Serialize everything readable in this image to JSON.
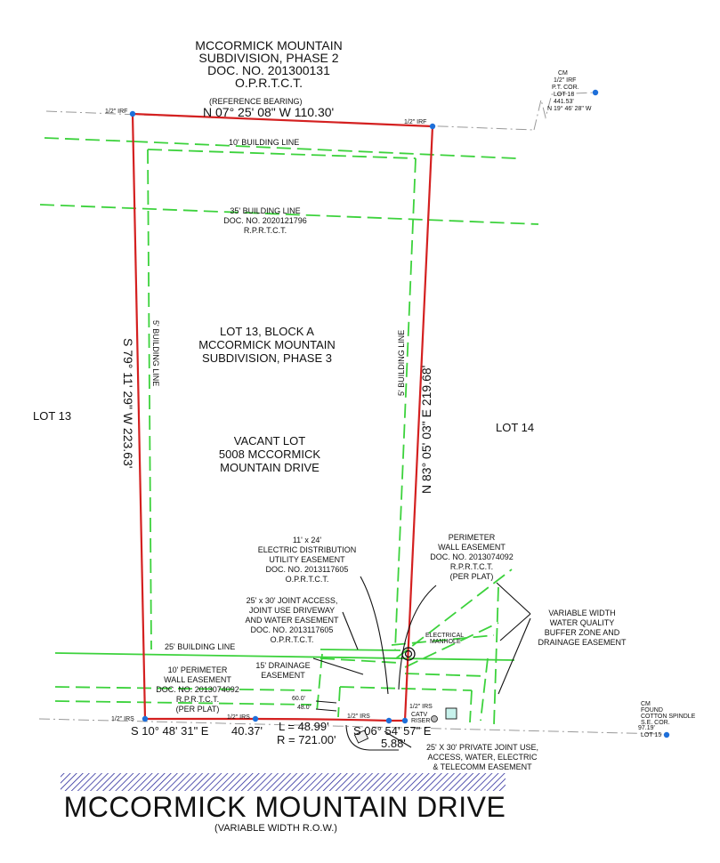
{
  "title": {
    "line1": "MCCORMICK MOUNTAIN",
    "line2": "SUBDIVISION, PHASE 2",
    "line3": "DOC. NO. 201300131",
    "line4": "O.P.R.T.C.T."
  },
  "reference_bearing": "(REFERENCE BEARING)",
  "bearings": {
    "north": "N 07° 25' 08\" W  110.30'",
    "west": "S 79° 11' 29\" W    223.63'",
    "east": "N 83° 05' 03\" E   219.68'",
    "south": "S 10° 48' 31\" E",
    "south_dist": "40.37'",
    "curve_l": "L = 48.99'",
    "curve_r": "R = 721.00'",
    "se": "S 06° 54' 57\" E",
    "se_dist": "5.88'"
  },
  "corner_labels": {
    "nw": "1/2\" IRF",
    "ne": "1/2\" IRF",
    "sw": "1/2\" IRS",
    "s_mid": "1/2\" IRS",
    "s_right": "1/2\" IRS",
    "se": "1/2\" IRS"
  },
  "cm_north": {
    "l1": "CM",
    "l2": "1/2\" IRF",
    "l3": "P.T. COR.",
    "l4": "LOT 18",
    "l5": "441.53'",
    "l6": "N 19° 46' 28\" W"
  },
  "cm_south": {
    "l1": "CM",
    "l2": "FOUND",
    "l3": "COTTON SPINDLE",
    "l4": "S.E. COR.",
    "l5": "LOT 15",
    "dist": "97.19'"
  },
  "building_lines": {
    "ten": "10' BUILDING LINE",
    "thirtyfive_l1": "35' BUILDING LINE",
    "thirtyfive_l2": "DOC. NO. 2020121796",
    "thirtyfive_l3": "R.P.R.T.C.T.",
    "five_left": "5' BUILDING LINE",
    "five_right": "5' BUILDING LINE",
    "twentyfive": "25' BUILDING LINE"
  },
  "lot": {
    "l1": "LOT 13, BLOCK A",
    "l2": "MCCORMICK MOUNTAIN",
    "l3": "SUBDIVISION, PHASE 3",
    "v1": "VACANT LOT",
    "v2": "5008 MCCORMICK",
    "v3": "MOUNTAIN DRIVE"
  },
  "neighbors": {
    "left": "LOT 13",
    "right": "LOT 14"
  },
  "easements": {
    "electric": [
      "11' x 24'",
      "ELECTRIC DISTRIBUTION",
      "UTILITY EASEMENT",
      "DOC. NO. 2013117605",
      "O.P.R.T.C.T."
    ],
    "perimeter_right": [
      "PERIMETER",
      "WALL EASEMENT",
      "DOC. NO. 2013074092",
      "R.P.R.T.C.T.",
      "(PER PLAT)"
    ],
    "joint_access": [
      "25' x 30' JOINT ACCESS,",
      "JOINT USE DRIVEWAY",
      "AND WATER EASEMENT",
      "DOC. NO. 2013117605",
      "O.P.R.T.C.T."
    ],
    "water_quality": [
      "VARIABLE WIDTH",
      "WATER QUALITY",
      "BUFFER ZONE AND",
      "DRAINAGE EASEMENT"
    ],
    "drainage": [
      "15' DRAINAGE",
      "EASEMENT"
    ],
    "perimeter_left": [
      "10' PERIMETER",
      "WALL EASEMENT",
      "DOC. NO. 2013074092",
      "R.P.R.T.C.T.",
      "(PER PLAT)"
    ],
    "private": [
      "25' X 30' PRIVATE JOINT USE,",
      "ACCESS, WATER, ELECTRIC",
      "& TELECOMM EASEMENT"
    ]
  },
  "misc": {
    "manhole_l1": "ELECTRICAL",
    "manhole_l2": "MANHOLE",
    "catv_l1": "CATV",
    "catv_l2": "RISER",
    "d60": "60.0'",
    "d48": "48.0'"
  },
  "street": {
    "name": "MCCORMICK MOUNTAIN DRIVE",
    "row": "(VARIABLE WIDTH R.O.W.)"
  },
  "colors": {
    "boundary": "#d42020",
    "building_line": "#3cd23c",
    "pin": "#1e6fd9",
    "hatch": "#2c2c9c"
  }
}
